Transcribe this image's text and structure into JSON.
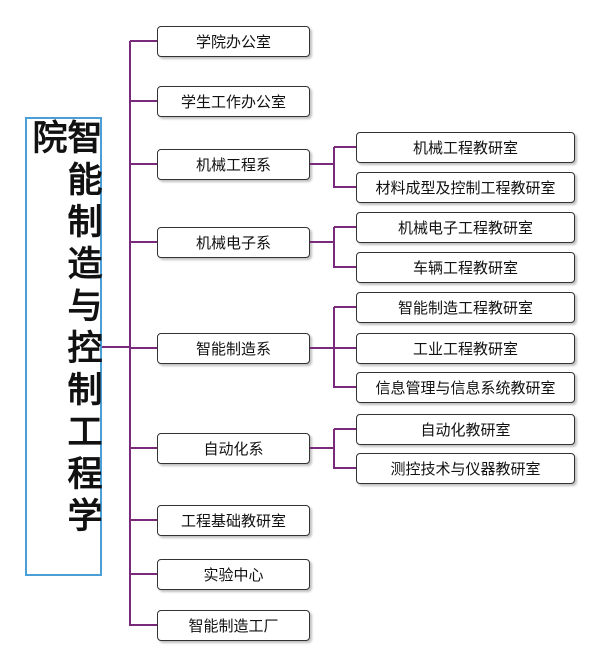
{
  "root": {
    "label": "智能制造与控制工程学院"
  },
  "colors": {
    "connector": "#7a2a7a",
    "root_border": "#4a9fd6",
    "node_border": "#333333"
  },
  "departments": [
    {
      "label": "学院办公室",
      "children": []
    },
    {
      "label": "学生工作办公室",
      "children": []
    },
    {
      "label": "机械工程系",
      "children": [
        "机械工程教研室",
        "材料成型及控制工程教研室"
      ]
    },
    {
      "label": "机械电子系",
      "children": [
        "机械电子工程教研室",
        "车辆工程教研室"
      ]
    },
    {
      "label": "智能制造系",
      "children": [
        "智能制造工程教研室",
        "工业工程教研室",
        "信息管理与信息系统教研室"
      ]
    },
    {
      "label": "自动化系",
      "children": [
        "自动化教研室",
        "测控技术与仪器教研室"
      ]
    },
    {
      "label": "工程基础教研室",
      "children": []
    },
    {
      "label": "实验中心",
      "children": []
    },
    {
      "label": "智能制造工厂",
      "children": []
    }
  ]
}
